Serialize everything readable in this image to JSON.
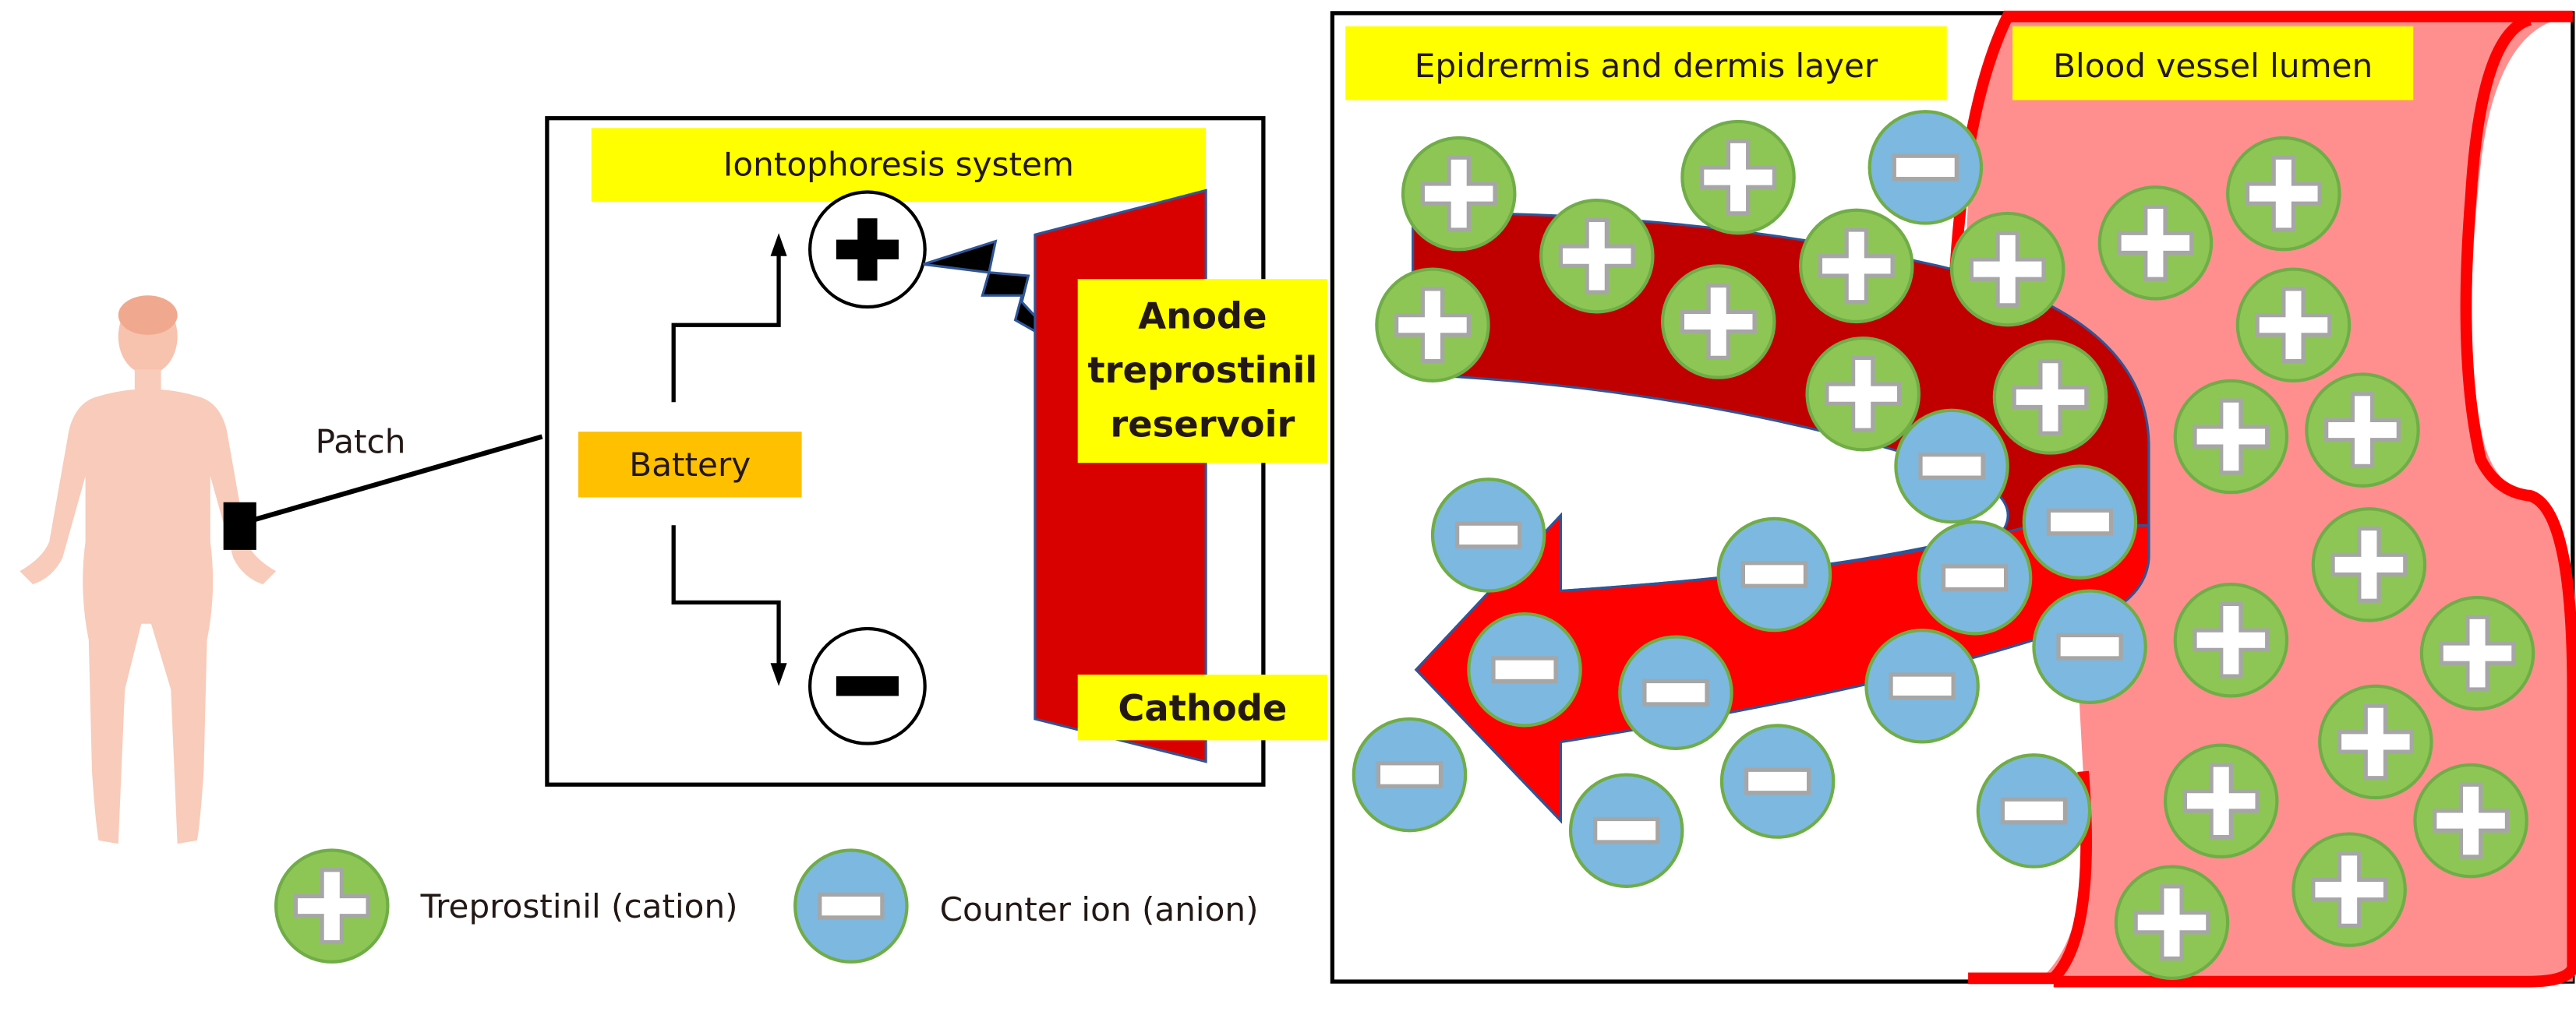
{
  "labels": {
    "patch": "Patch",
    "iontophoresis_system": "Iontophoresis system",
    "battery": "Battery",
    "anode_line1": "Anode",
    "anode_line2": "treprostinil",
    "anode_line3": "reservoir",
    "cathode": "Cathode",
    "epidermis_layer": "Epidrermis and dermis layer",
    "blood_vessel": "Blood vessel lumen"
  },
  "terminals": {
    "positive_symbol": "plus",
    "negative_symbol": "minus"
  },
  "legend": [
    {
      "symbol": "cation-plus-icon",
      "label": "Treprostinil (cation)"
    },
    {
      "symbol": "anion-minus-icon",
      "label": "Counter ion (anion)"
    }
  ],
  "colors": {
    "label_bg": "#FFFF00",
    "battery_bg": "#FFC000",
    "electrode": "#D90000",
    "arrow_dark": "#C00000",
    "arrow_bright": "#FF0000",
    "vessel_wall": "#FF0000",
    "vessel_lumen": "#FF8F8F",
    "cation_fill": "#8DC655",
    "anion_fill": "#7CB8E0",
    "ion_border": "#70AD47",
    "body_skin": "#F8CBBA"
  },
  "ions": {
    "cation_count_dermis": 9,
    "cation_count_vessel": 13,
    "anion_count": 14
  }
}
